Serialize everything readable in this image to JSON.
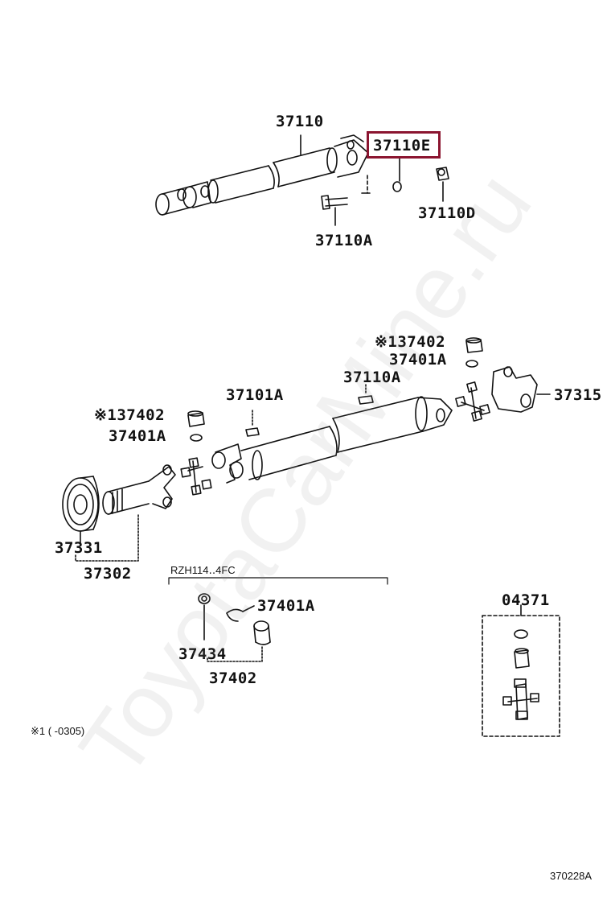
{
  "labels": {
    "l_37110": "37110",
    "l_37110E": "37110E",
    "l_37110D": "37110D",
    "l_37110A_top": "37110A",
    "l_37402_a": "※137402",
    "l_37401A_a": "37401A",
    "l_37110A_mid": "37110A",
    "l_37101A": "37101A",
    "l_37315": "37315",
    "l_37402_b": "※137402",
    "l_37401A_b": "37401A",
    "l_37331": "37331",
    "l_37302": "37302",
    "l_rzh": "RZH114‥4FC",
    "l_37401A_c": "37401A",
    "l_37434": "37434",
    "l_37402_c": "37402",
    "l_04371": "04371",
    "l_note": "※1 (      -0305)",
    "l_ref": "370228A"
  },
  "watermark": "ToyotaCarMine.ru",
  "colors": {
    "highlight": "#8b1530",
    "line": "#111111"
  }
}
